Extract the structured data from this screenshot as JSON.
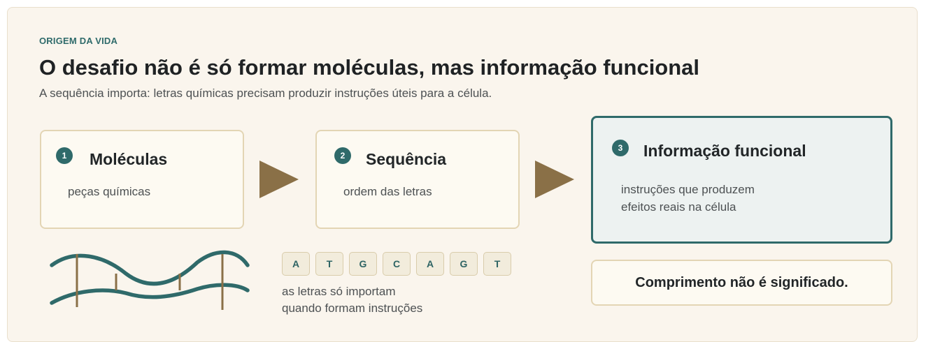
{
  "header": {
    "eyebrow": "ORIGEM DA VIDA",
    "title": "O desafio não é só formar moléculas, mas informação funcional",
    "subtitle": "A sequência importa: letras químicas precisam produzir instruções úteis para a célula."
  },
  "steps": [
    {
      "number": "1",
      "title": "Moléculas",
      "description": [
        "peças químicas"
      ]
    },
    {
      "number": "2",
      "title": "Sequência",
      "description": [
        "ordem das letras"
      ]
    },
    {
      "number": "3",
      "title": "Informação funcional",
      "description": [
        "instruções que produzem",
        "efeitos reais na célula"
      ]
    }
  ],
  "sequence": {
    "letters": [
      "A",
      "T",
      "G",
      "C",
      "A",
      "G",
      "T"
    ],
    "note": [
      "as letras só importam",
      "quando formam instruções"
    ]
  },
  "callout": "Comprimento não é significado.",
  "colors": {
    "accent_teal": "#2f6a6a",
    "arrow_brown": "#8a7047",
    "background": "#faf5ed",
    "card_border": "#e3d5b4"
  },
  "icons": [
    "dna-helix-icon",
    "arrow-right-icon"
  ]
}
